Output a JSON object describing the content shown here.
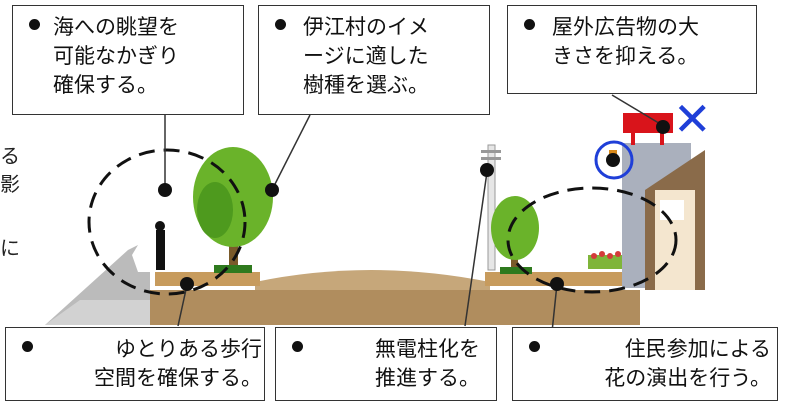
{
  "callouts": {
    "sea_view": {
      "text": "海への眺望を\n可能なかぎり\n確保する。"
    },
    "tree_species": {
      "text": "伊江村のイメ\nージに適した\n樹種を選ぶ。"
    },
    "signage": {
      "text": "屋外広告物の大\nきさを抑える。"
    },
    "walkway": {
      "text": "ゆとりある歩行\n空間を確保する。"
    },
    "utility_poles": {
      "text": "無電柱化を\n推進する。"
    },
    "flowers": {
      "text": "住民参加による\n花の演出を行う。"
    }
  },
  "edge_text": [
    "る",
    "影",
    "に"
  ],
  "mark": "✕",
  "colors": {
    "ground": "#b08d5e",
    "soil": "#c79b5d",
    "road": "#c6a77a",
    "tree_foliage": "#6ab32a",
    "tree_trunk": "#7a5a2a",
    "building": "#aab0bd",
    "sign": "#d9141b",
    "cross": "#1f3fd8",
    "circle_highlight": "#1f3fd8",
    "flower_box": "#d43a3a"
  }
}
